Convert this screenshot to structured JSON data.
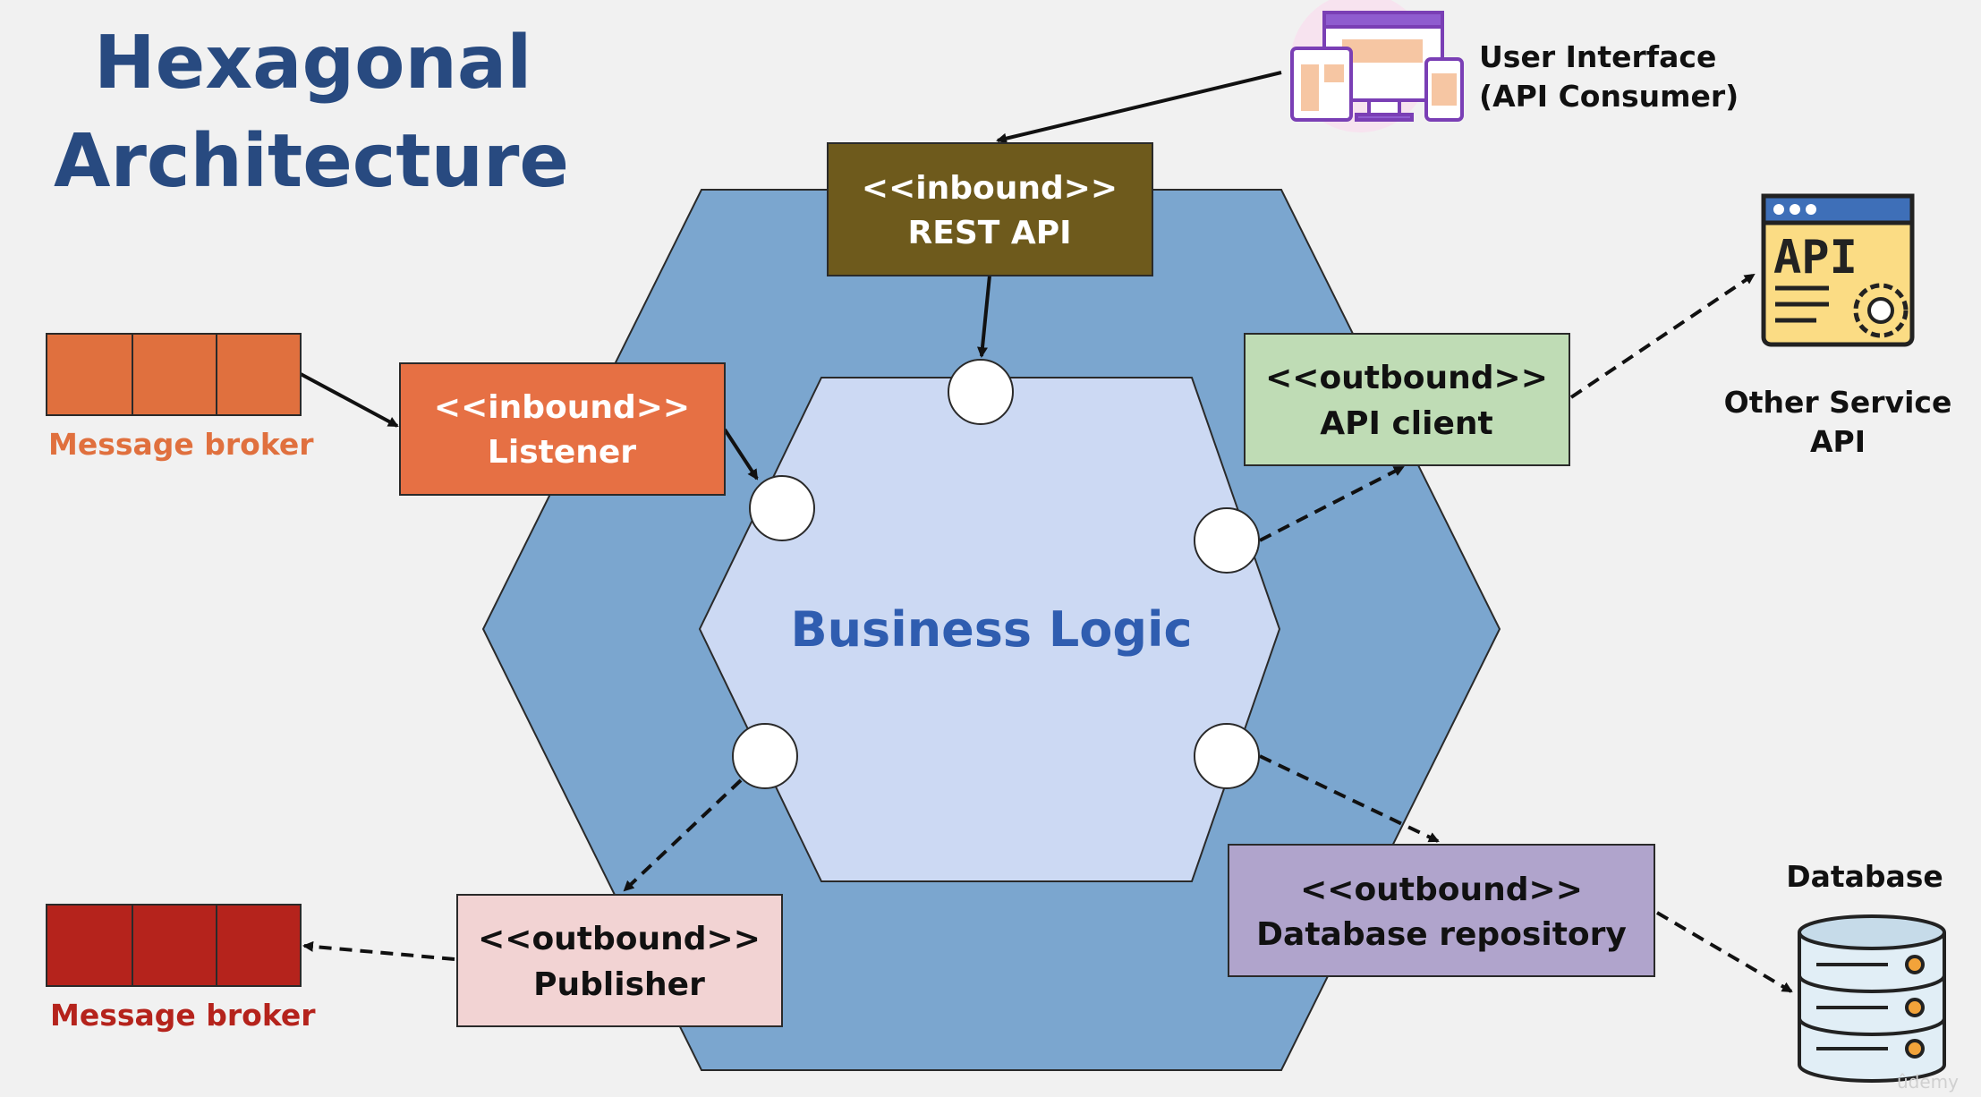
{
  "title": {
    "line1": "Hexagonal",
    "line2": "Architecture"
  },
  "center": {
    "label": "Business Logic"
  },
  "boxes": {
    "rest_api": {
      "stereotype": "<<inbound>>",
      "name": "REST API",
      "fill": "#6e5a1c",
      "text_color": "#ffffff"
    },
    "listener": {
      "stereotype": "<<inbound>>",
      "name": "Listener",
      "fill": "#e67044",
      "text_color": "#ffffff"
    },
    "api_client": {
      "stereotype": "<<outbound>>",
      "name": "API client",
      "fill": "#bfdcb5",
      "text_color": "#111111"
    },
    "publisher": {
      "stereotype": "<<outbound>>",
      "name": "Publisher",
      "fill": "#f2d3d3",
      "text_color": "#111111"
    },
    "db_repo": {
      "stereotype": "<<outbound>>",
      "name": "Database repository",
      "fill": "#b0a4cc",
      "text_color": "#111111"
    }
  },
  "external": {
    "ui": {
      "line1": "User Interface",
      "line2": "(API Consumer)",
      "icon": "devices-icon"
    },
    "other_api": {
      "line1": "Other Service",
      "line2": "API",
      "icon": "api-window-icon",
      "icon_text": "API"
    },
    "database": {
      "label": "Database",
      "icon": "database-icon"
    },
    "broker_in": {
      "label": "Message broker",
      "color": "#e0703e",
      "icon": "queue-icon"
    },
    "broker_out": {
      "label": "Message broker",
      "color": "#b5231c",
      "icon": "queue-icon"
    }
  },
  "watermark": "ûdemy",
  "colors": {
    "outer_hex": "#7ba6cf",
    "inner_hex": "#ccd9f3",
    "title": "#284a80"
  }
}
